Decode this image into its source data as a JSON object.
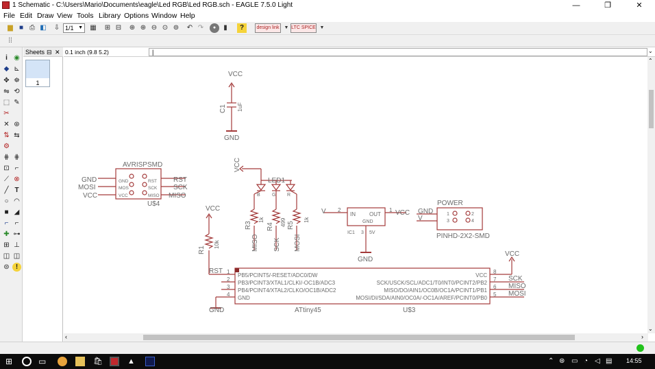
{
  "window": {
    "title": "1 Schematic - C:\\Users\\Mario\\Documents\\eagle\\Led RGB\\Led RGB.sch - EAGLE 7.5.0 Light",
    "minimize": "—",
    "maximize": "❐",
    "close": "✕"
  },
  "menu": [
    "File",
    "Edit",
    "Draw",
    "View",
    "Tools",
    "Library",
    "Options",
    "Window",
    "Help"
  ],
  "toolbar": {
    "sheet_select": "1/1",
    "help": "?",
    "designlink": "design link",
    "ltspice": "LTC SPICE"
  },
  "sheets": {
    "title": "Sheets",
    "pin_icon": "⊟",
    "close": "✕",
    "sheet_label": "1"
  },
  "command": {
    "grid": "0.1 inch (9.8 5.2)",
    "input": "|"
  },
  "schematic": {
    "c1": {
      "vcc": "VCC",
      "gnd": "GND",
      "name": "C1",
      "value": "1uF"
    },
    "isp": {
      "title": "AVRISPSMD",
      "name": "U$4",
      "left": [
        "GND",
        "MOSI",
        "VCC"
      ],
      "right": [
        "RST",
        "SCK",
        "MISO"
      ],
      "pins_left": [
        "GND",
        "MOS",
        "VCC"
      ],
      "pins_right": [
        "RST",
        "SCK",
        "MISO"
      ]
    },
    "led": {
      "vcc": "VCC",
      "name": "LED1",
      "b": "B",
      "g": "G",
      "r": "R"
    },
    "r3": {
      "name": "R3",
      "value": "1k",
      "net": "MISO"
    },
    "r4": {
      "name": "R4",
      "value": "499",
      "net": "SCK"
    },
    "r5": {
      "name": "R5",
      "value": "1k",
      "net": "MOSI"
    },
    "reg": {
      "in": "IN",
      "out": "OUT",
      "v": "V",
      "vout": "VCC",
      "gnd": "GND",
      "name": "IC1",
      "pin2": "2",
      "pin1": "1",
      "pin3": "3",
      "label": "5V"
    },
    "power": {
      "title": "POWER",
      "name": "PINHD-2X2-SMD",
      "gnd": "GND",
      "v": "V",
      "p1": "1",
      "p2": "2",
      "p3": "3",
      "p4": "4"
    },
    "r1": {
      "vcc": "VCC",
      "name": "R1",
      "value": "10k"
    },
    "mcu": {
      "name": "ATtiny45",
      "ref": "U$3",
      "left_pins": [
        "PB5/PCINT5/-RESET/ADC0/DW",
        "PB3/PCINT3/XTAL1/CLKI/-OC1B/ADC3",
        "PB4/PCINT4/XTAL2/CLKO/OC1B/ADC2",
        "GND"
      ],
      "left_nums": [
        "1",
        "2",
        "3",
        "4"
      ],
      "right_pins": [
        "VCC",
        "SCK/USCK/SCL/ADC1/T0/INT0/PCINT2/PB2",
        "MISO/DO/AIN1/OC0B/OC1A/PCINT1/PB1",
        "MOSI/DI/SDA/AIN0/OC0A/-OC1A/AREF/PCINT0/PB0"
      ],
      "right_nums": [
        "8",
        "7",
        "6",
        "5"
      ],
      "rst": "RST",
      "gnd": "GND",
      "vcc": "VCC",
      "nets": [
        "SCK",
        "MISO",
        "MOSI"
      ]
    }
  },
  "taskbar": {
    "time": "14:55"
  },
  "colors": {
    "wire": "#a33a3a",
    "symbol": "#8c2a2a",
    "text": "#6a6a6a",
    "net": "#505050"
  }
}
